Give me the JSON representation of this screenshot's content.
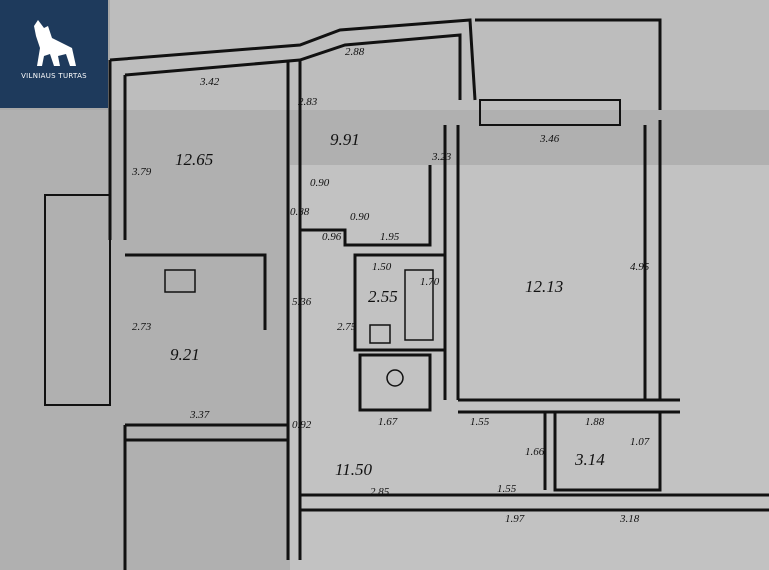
{
  "logo": {
    "text": "VILNIAUS TURTAS",
    "icon": "wolf-icon",
    "bg_color": "#1e3a5c"
  },
  "room_areas": {
    "room_a": "12.65",
    "room_b": "9.91",
    "room_c": "12.13",
    "room_d": "9.21",
    "room_e": "11.50",
    "room_f": "3.14",
    "room_g": "2.55"
  },
  "dimensions": {
    "d1": "3.42",
    "d2": "2.88",
    "d3": "3.46",
    "d4": "3.79",
    "d5": "2.83",
    "d6": "3.23",
    "d7": "0.90",
    "d8": "0.90",
    "d9": "0.88",
    "d10": "0.96",
    "d11": "1.95",
    "d12": "4.95",
    "d13": "1.50",
    "d14": "1.70",
    "d15": "2.75",
    "d16": "2.73",
    "d17": "5.36",
    "d18": "3.37",
    "d19": "0.92",
    "d20": "1.67",
    "d21": "1.55",
    "d22": "1.88",
    "d23": "1.66",
    "d24": "1.07",
    "d25": "2.85",
    "d26": "1.55",
    "d27": "1.97",
    "d28": "3.18"
  }
}
